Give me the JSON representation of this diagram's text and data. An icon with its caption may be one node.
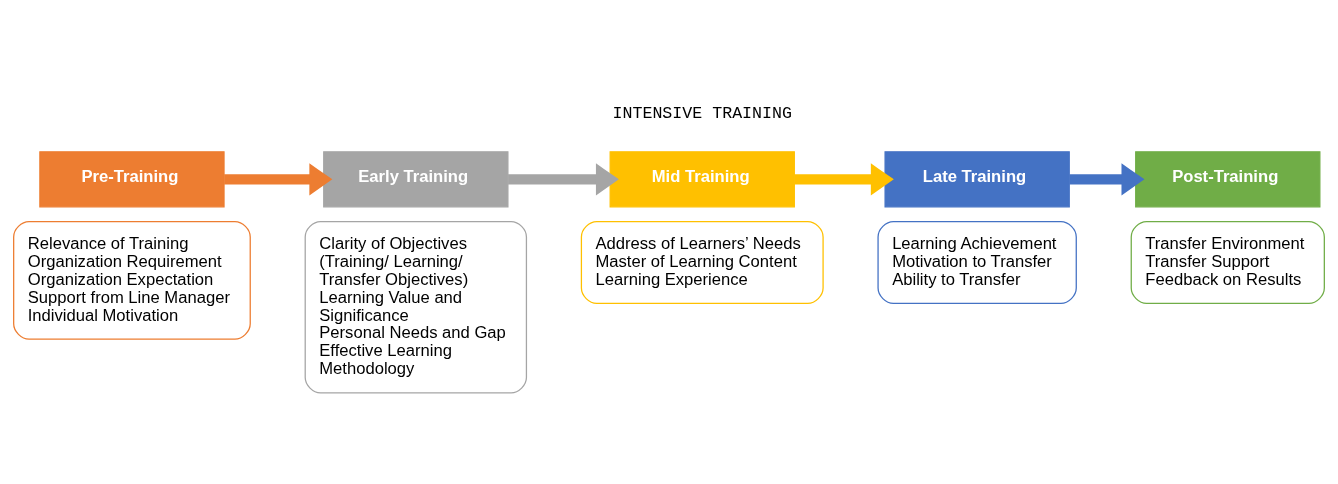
{
  "diagram": {
    "nodes": [
      {
        "text": [
          "Pre-Training"
        ]
      },
      {
        "text": [
          "Relevance of Training",
          "Organization Requirement",
          "Organization Expectation",
          "Support from Line Manager",
          "Individual Motivation"
        ]
      },
      {
        "text": [
          "Early Training"
        ]
      },
      {
        "text": [
          "Clarity of Objectives (Training/ Learning/ Transfer Objectives)",
          "Learning Value and Significance",
          "Personal Needs and Gap",
          "Effective Learning Methodology"
        ]
      },
      {
        "text": [
          "Mid Training"
        ]
      },
      {
        "text": [
          "Address of Learners’ Needs",
          "Master of Learning Content",
          "Learning Experience"
        ]
      },
      {
        "text": [
          "Late Training"
        ]
      },
      {
        "text": [
          "Learning Achievement",
          "Motivation to Transfer",
          "Ability to Transfer"
        ]
      },
      {
        "text": [
          "Post-Training"
        ]
      },
      {
        "text": [
          "Transfer Environment",
          "Transfer Support",
          "Feedback on Results"
        ]
      }
    ],
    "edges": [
      {
        "from": 0,
        "to": 2,
        "arrow": "to",
        "color": "#ed7d31"
      },
      {
        "from": 2,
        "to": 4,
        "arrow": "to",
        "color": "#a5a5a5"
      },
      {
        "from": 4,
        "to": 6,
        "arrow": "to",
        "color": "#ffc000"
      },
      {
        "from": 6,
        "to": 8,
        "arrow": "to",
        "color": "#4472c4"
      }
    ],
    "labels": [
      "INTENSIVE TRAINING"
    ]
  }
}
